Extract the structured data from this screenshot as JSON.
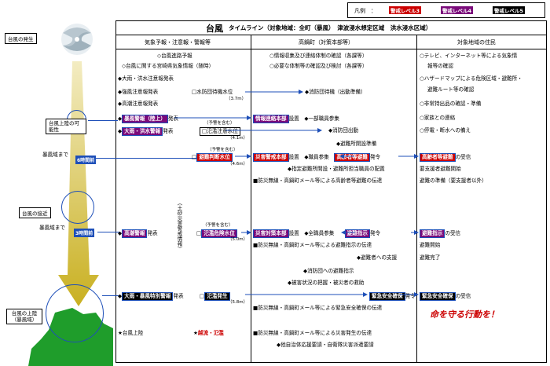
{
  "legend": {
    "label": "凡例　：",
    "level3": "警戒レベル3",
    "level4": "警戒レベル4",
    "level5": "警戒レベル5",
    "colors": {
      "level3": "#cc0000",
      "level4": "#7a0a7a",
      "level5": "#000000"
    }
  },
  "title": {
    "main": "台風",
    "sub": "タイムライン（対象地域：全町（暴風）　津波浸水想定区域　洪水浸水区域）"
  },
  "columns": {
    "col1": "気象予報・注意報・警報等",
    "col2": "高鍋町（対策本部等）",
    "col3": "対象地域の住民"
  },
  "phases": {
    "occur": "台風の発生",
    "approach_possible": "台風上陸の可能性",
    "warn_before": "暴風域まで",
    "time1": "6時間前",
    "approach": "台風の接近",
    "time2": "3時間前",
    "landfall": "台風の上陸（暴風域）"
  },
  "forecast": {
    "r1": "◇台風進路予報",
    "r2": "◇台風に関する宮崎県気象情報（随時）",
    "r3": "◆大雨・洪水注意報発表",
    "r4": "◆強風注意報発表",
    "r4b": "□水防団待機水位",
    "r4c": "（3.7m）",
    "r5": "◆高潮注意報発表",
    "r6a": "◆",
    "r6tag": "暴風警報（陸上）",
    "r6b": "発表",
    "r7a": "◆",
    "r7tag": "大雨・洪水警報",
    "r7b": "発表",
    "r7note": "（予警を含む）",
    "r7c": "□氾濫注意水位",
    "r7d": "（4.1m）",
    "r8note": "（予警を含む）",
    "r8tag": "避難判断水位",
    "r8a": "□",
    "r8b": "（4.6m）",
    "r9a": "◆",
    "r9tag": "高潮警報",
    "r9b": "発表",
    "r9note": "（予警を含む）",
    "r9c": "□",
    "r9tag2": "氾濫危険水位",
    "r9d": "（5.0m）",
    "vertical": "（土砂災害警戒情報）",
    "r10a": "◆",
    "r10tag": "大雨・暴風特別警報",
    "r10b": "発表",
    "r10c": "□",
    "r10tag2": "氾濫発生",
    "r10d": "（5.8m）",
    "r11": "★台風上陸",
    "r11b": "★",
    "r11tag": "越流・氾濫"
  },
  "town": {
    "r1": "○情報収集及び連絡体制の確認（各課等）",
    "r2": "○必要な体制等の確認及び検討（各課等）",
    "r3": "◆消防団待機（出動準備）",
    "r4tag": "情報連絡本部",
    "r4": "設置",
    "r4b": "◆一部職員参集",
    "r5": "◆消防団出動",
    "r6": "◆避難所開設準備",
    "r7tag": "災害警戒本部",
    "r7": "設置",
    "r7b": "◆職員参集",
    "r7tag2": "高齢者等避難",
    "r7c": "発令",
    "r8": "◆指定避難所開設・避難所担当職員の配置",
    "r9": "■防災無線・高鍋町メール等による高齢者等避難の伝達",
    "r10tag": "災害対策本部",
    "r10": "設置",
    "r10b": "◆全職員参集",
    "r10tag2": "避難指示",
    "r10c": "発令",
    "r11": "■防災無線・高鍋町メール等による避難指示の伝達",
    "r12": "◆避難者への支援",
    "r13": "◆消防団への避難指示",
    "r14": "◆被害状況の把握・被災者の救助",
    "r15tag": "緊急安全確保",
    "r15": "発令",
    "r16": "■防災無線・高鍋町メール等による緊急安全確保の伝達",
    "r17": "■防災無線・高鍋町メール等による災害発生の伝達",
    "r18": "◆他自治体応援要請・自衛隊災害派遣要請"
  },
  "residents": {
    "r1": "○テレビ、インターネット等による気象情",
    "r1b": "報等の確認",
    "r2": "○ハザードマップによる危険区域・避難所・",
    "r2b": "避難ルート等の確認",
    "r3": "○非常持出品の確認・準備",
    "r4": "○家族との連絡",
    "r5": "○停電・断水への備え",
    "r6tag": "高齢者等避難",
    "r6": "の受信",
    "r7": "要支援者避難開始",
    "r8": "避難の準備（要支援者以外）",
    "r9tag": "避難指示",
    "r9": "の受信",
    "r10": "避難開始",
    "r11": "避難完了",
    "r12tag": "緊急安全確保",
    "r12": "の受信",
    "slogan": "命を守る行動を！"
  }
}
